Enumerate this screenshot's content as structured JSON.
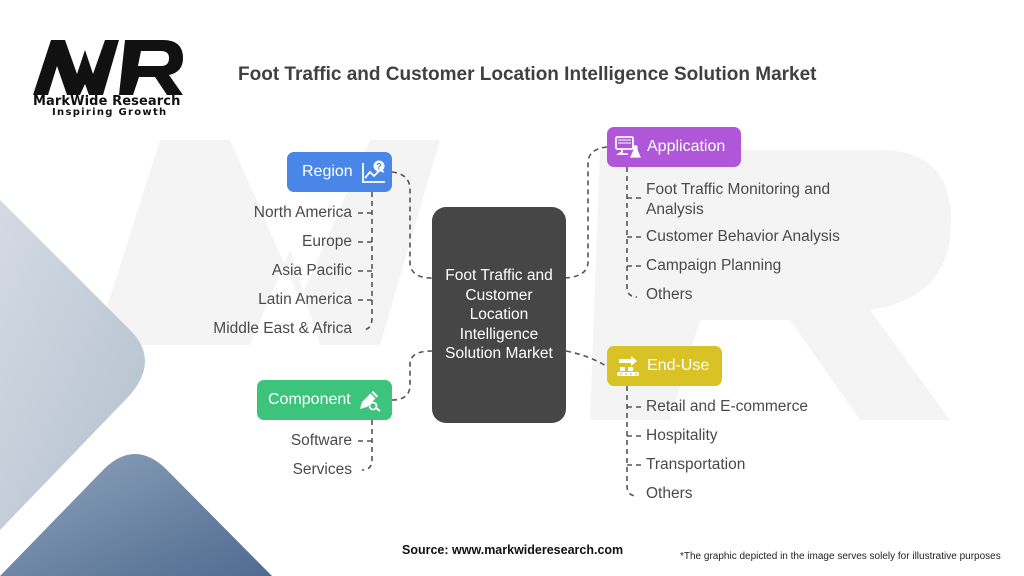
{
  "logo": {
    "brand": "MarkWide Research",
    "tagline": "Inspiring Growth",
    "mark_letters": "MWR"
  },
  "title": "Foot Traffic and Customer Location Intelligence Solution Market",
  "center": {
    "label": "Foot Traffic and Customer Location Intelligence Solution Market"
  },
  "categories": {
    "region": {
      "label": "Region",
      "icon": "chart-question-icon",
      "color": "#4a86e8",
      "items": [
        "North America",
        "Europe",
        "Asia Pacific",
        "Latin America",
        "Middle East & Africa"
      ]
    },
    "component": {
      "label": "Component",
      "icon": "pen-tool-icon",
      "color": "#3cc47c",
      "items": [
        "Software",
        "Services"
      ]
    },
    "application": {
      "label": "Application",
      "icon": "monitor-flask-icon",
      "color": "#b056d8",
      "items": [
        "Foot Traffic Monitoring and Analysis",
        "Customer Behavior Analysis",
        "Campaign Planning",
        "Others"
      ]
    },
    "enduse": {
      "label": "End-Use",
      "icon": "conveyor-icon",
      "color": "#d9c226",
      "items": [
        "Retail and E-commerce",
        "Hospitality",
        "Transportation",
        "Others"
      ]
    }
  },
  "footer": {
    "source": "Source: www.markwideresearch.com",
    "disclaimer": "*The graphic depicted in the image serves solely for illustrative purposes"
  }
}
